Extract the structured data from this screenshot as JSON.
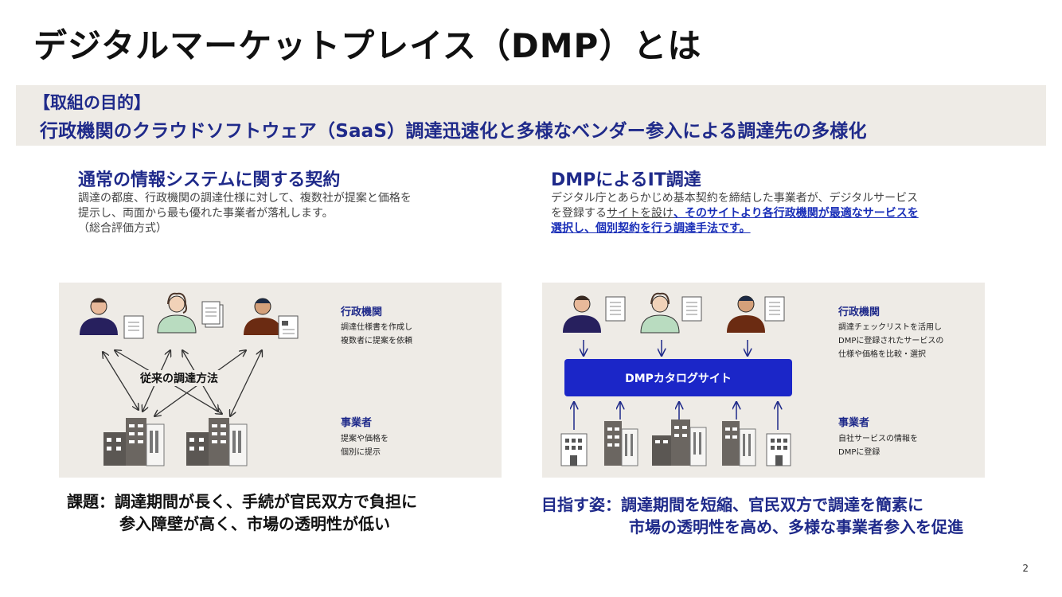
{
  "title": "デジタルマーケットプレイス（DMP）とは",
  "purpose": {
    "label": "【取組の目的】",
    "text": "行政機関のクラウドソフトウェア（SaaS）調達迅速化と多様なベンダー参入による調達先の多様化"
  },
  "left": {
    "heading": "通常の情報システムに関する契約",
    "desc_lines": [
      "調達の都度、行政機関の調達仕様に対して、複数社が提案と価格を",
      "提示し、両面から最も優れた事業者が落札します。",
      "（総合評価方式）"
    ],
    "panel": {
      "center_label": "従来の調達方法",
      "gov_title": "行政機関",
      "gov_desc": [
        "調達仕様書を作成し",
        "複数者に提案を依頼"
      ],
      "biz_title": "事業者",
      "biz_desc": [
        "提案や価格を",
        "個別に提示"
      ]
    },
    "issue_lines": [
      "課題：調達期間が長く、手続が官民双方で負担に",
      "参入障壁が高く、市場の透明性が低い"
    ]
  },
  "right": {
    "heading": "DMPによるIT調達",
    "desc_line1": "デジタル庁とあらかじめ基本契約を締結した事業者が、デジタルサービス",
    "desc_line2_a": "を登録する",
    "desc_line2_b": "サイトを設け",
    "desc_line2_c": "、そのサイトより各行政機関が最適なサービスを",
    "desc_line3": "選択し、個別契約を行う調達手法です。",
    "panel": {
      "catalog": "DMPカタログサイト",
      "gov_title": "行政機関",
      "gov_desc": [
        "調達チェックリストを活用し",
        "DMPに登録されたサービスの",
        "仕様や価格を比較・選択"
      ],
      "biz_title": "事業者",
      "biz_desc": [
        "自社サービスの情報を",
        "DMPに登録"
      ]
    },
    "goal_lines": [
      "目指す姿：調達期間を短縮、官民双方で調達を簡素に",
      "市場の透明性を高め、多様な事業者参入を促進"
    ]
  },
  "page_number": "2",
  "colors": {
    "navy": "#1f2a8a",
    "accent_blue": "#1b26c8",
    "panel_bg": "#eeebe6"
  }
}
